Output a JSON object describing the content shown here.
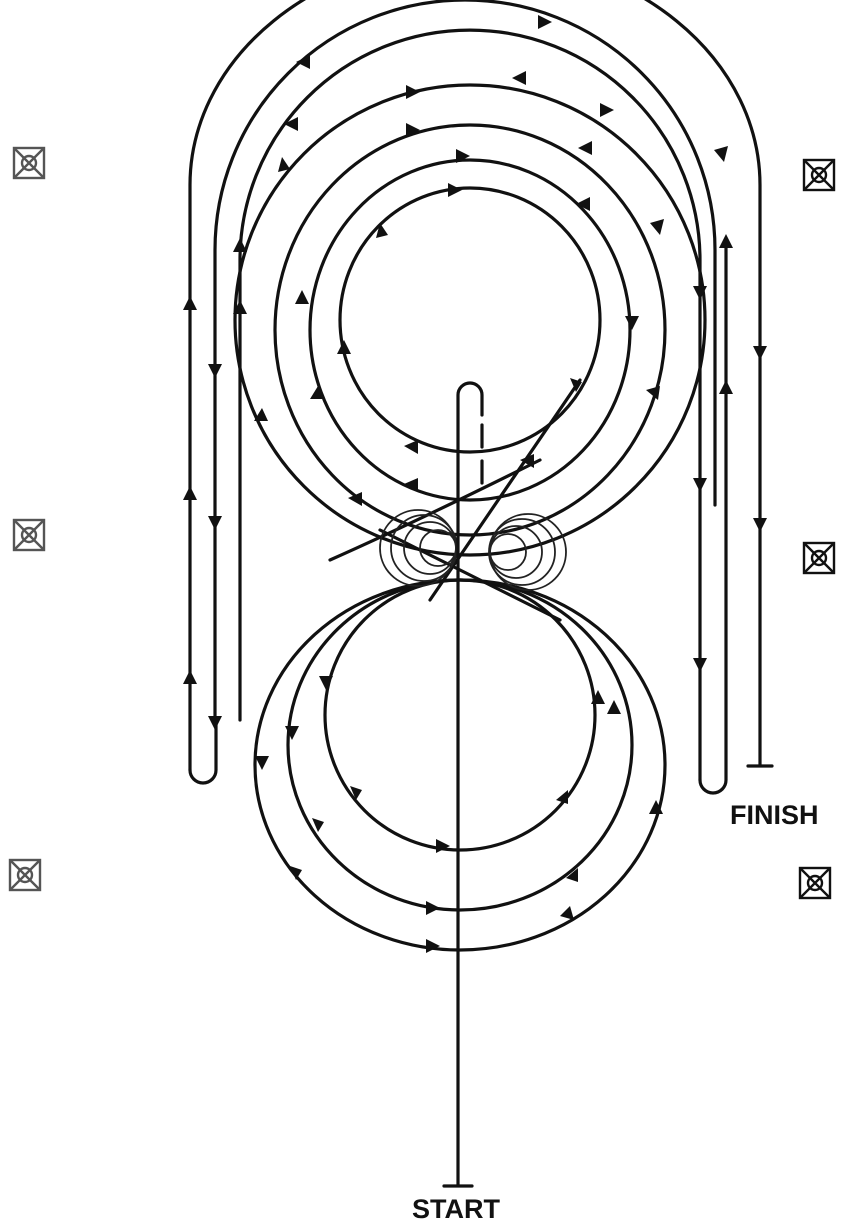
{
  "labels": {
    "start": "START",
    "finish": "FINISH"
  },
  "colors": {
    "line": "#111111",
    "cone_dark": "#111111",
    "cone_light": "#555555",
    "background": "#ffffff"
  },
  "markers": {
    "icon": "boxed-x-cone-marker",
    "count": 6
  }
}
